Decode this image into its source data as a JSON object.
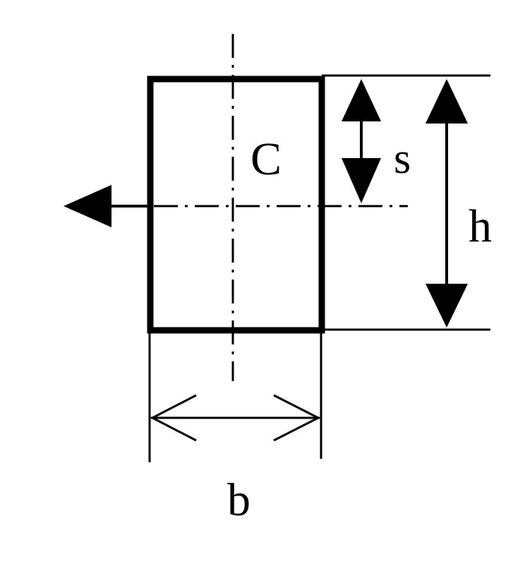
{
  "labels": {
    "centroid": "C",
    "distance": "s",
    "height": "h",
    "width": "b"
  },
  "colors": {
    "ink": "#000000",
    "background": "#ffffff"
  }
}
